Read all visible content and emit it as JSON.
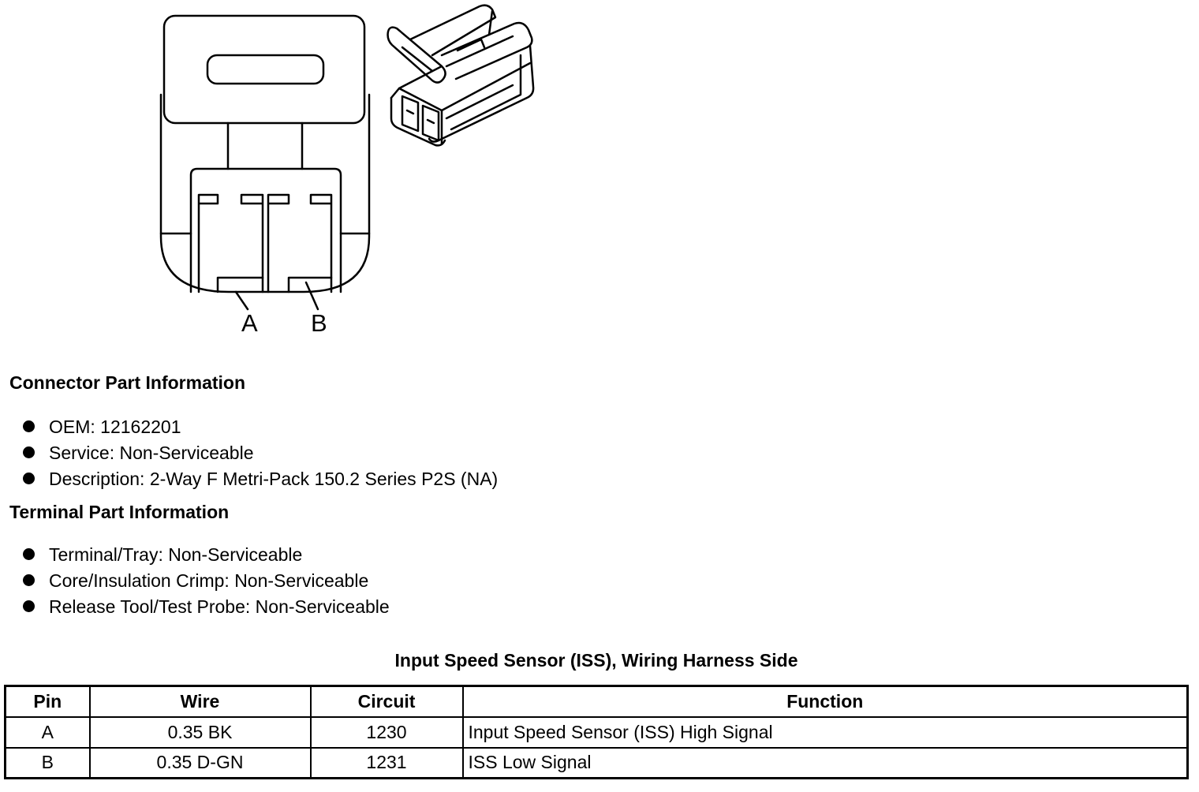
{
  "diagram": {
    "pin_labels": [
      "A",
      "B"
    ]
  },
  "connector_section": {
    "heading": "Connector Part Information",
    "items": [
      "OEM: 12162201",
      "Service: Non-Serviceable",
      "Description: 2-Way F Metri-Pack 150.2 Series P2S (NA)"
    ]
  },
  "terminal_section": {
    "heading": "Terminal Part Information",
    "items": [
      "Terminal/Tray: Non-Serviceable",
      "Core/Insulation Crimp: Non-Serviceable",
      "Release Tool/Test Probe: Non-Serviceable"
    ]
  },
  "table": {
    "title": "Input Speed Sensor (ISS), Wiring Harness Side",
    "headers": [
      "Pin",
      "Wire",
      "Circuit",
      "Function"
    ],
    "rows": [
      [
        "A",
        "0.35 BK",
        "1230",
        "Input Speed Sensor (ISS) High Signal"
      ],
      [
        "B",
        "0.35 D-GN",
        "1231",
        "ISS Low Signal"
      ]
    ]
  }
}
